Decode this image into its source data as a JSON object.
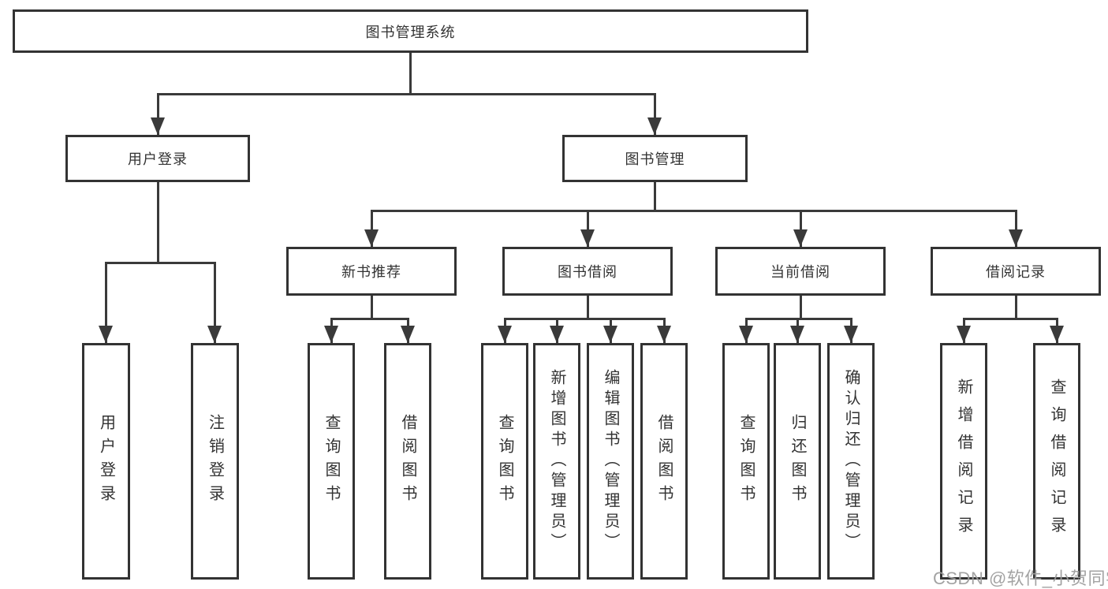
{
  "diagram": {
    "title": "图书管理系统",
    "tree": {
      "label": "图书管理系统",
      "children": [
        {
          "label": "用户登录",
          "children": [
            {
              "label": "用户登录"
            },
            {
              "label": "注销登录"
            }
          ]
        },
        {
          "label": "图书管理",
          "children": [
            {
              "label": "新书推荐",
              "children": [
                {
                  "label": "查询图书"
                },
                {
                  "label": "借阅图书"
                }
              ]
            },
            {
              "label": "图书借阅",
              "children": [
                {
                  "label": "查询图书"
                },
                {
                  "label": "新增图书（管理员）"
                },
                {
                  "label": "编辑图书（管理员）"
                },
                {
                  "label": "借阅图书"
                }
              ]
            },
            {
              "label": "当前借阅",
              "children": [
                {
                  "label": "查询图书"
                },
                {
                  "label": "归还图书"
                },
                {
                  "label": "确认归还（管理员）"
                }
              ]
            },
            {
              "label": "借阅记录",
              "children": [
                {
                  "label": "新增借阅记录"
                },
                {
                  "label": "查询借阅记录"
                }
              ]
            }
          ]
        }
      ]
    }
  },
  "watermark": {
    "text": "CSDN @软件_小贺同学"
  },
  "colors": {
    "line": "#3a3a3a",
    "box_border": "#333333",
    "text": "#333333",
    "watermark": "#9e9e9e",
    "background": "#ffffff"
  }
}
